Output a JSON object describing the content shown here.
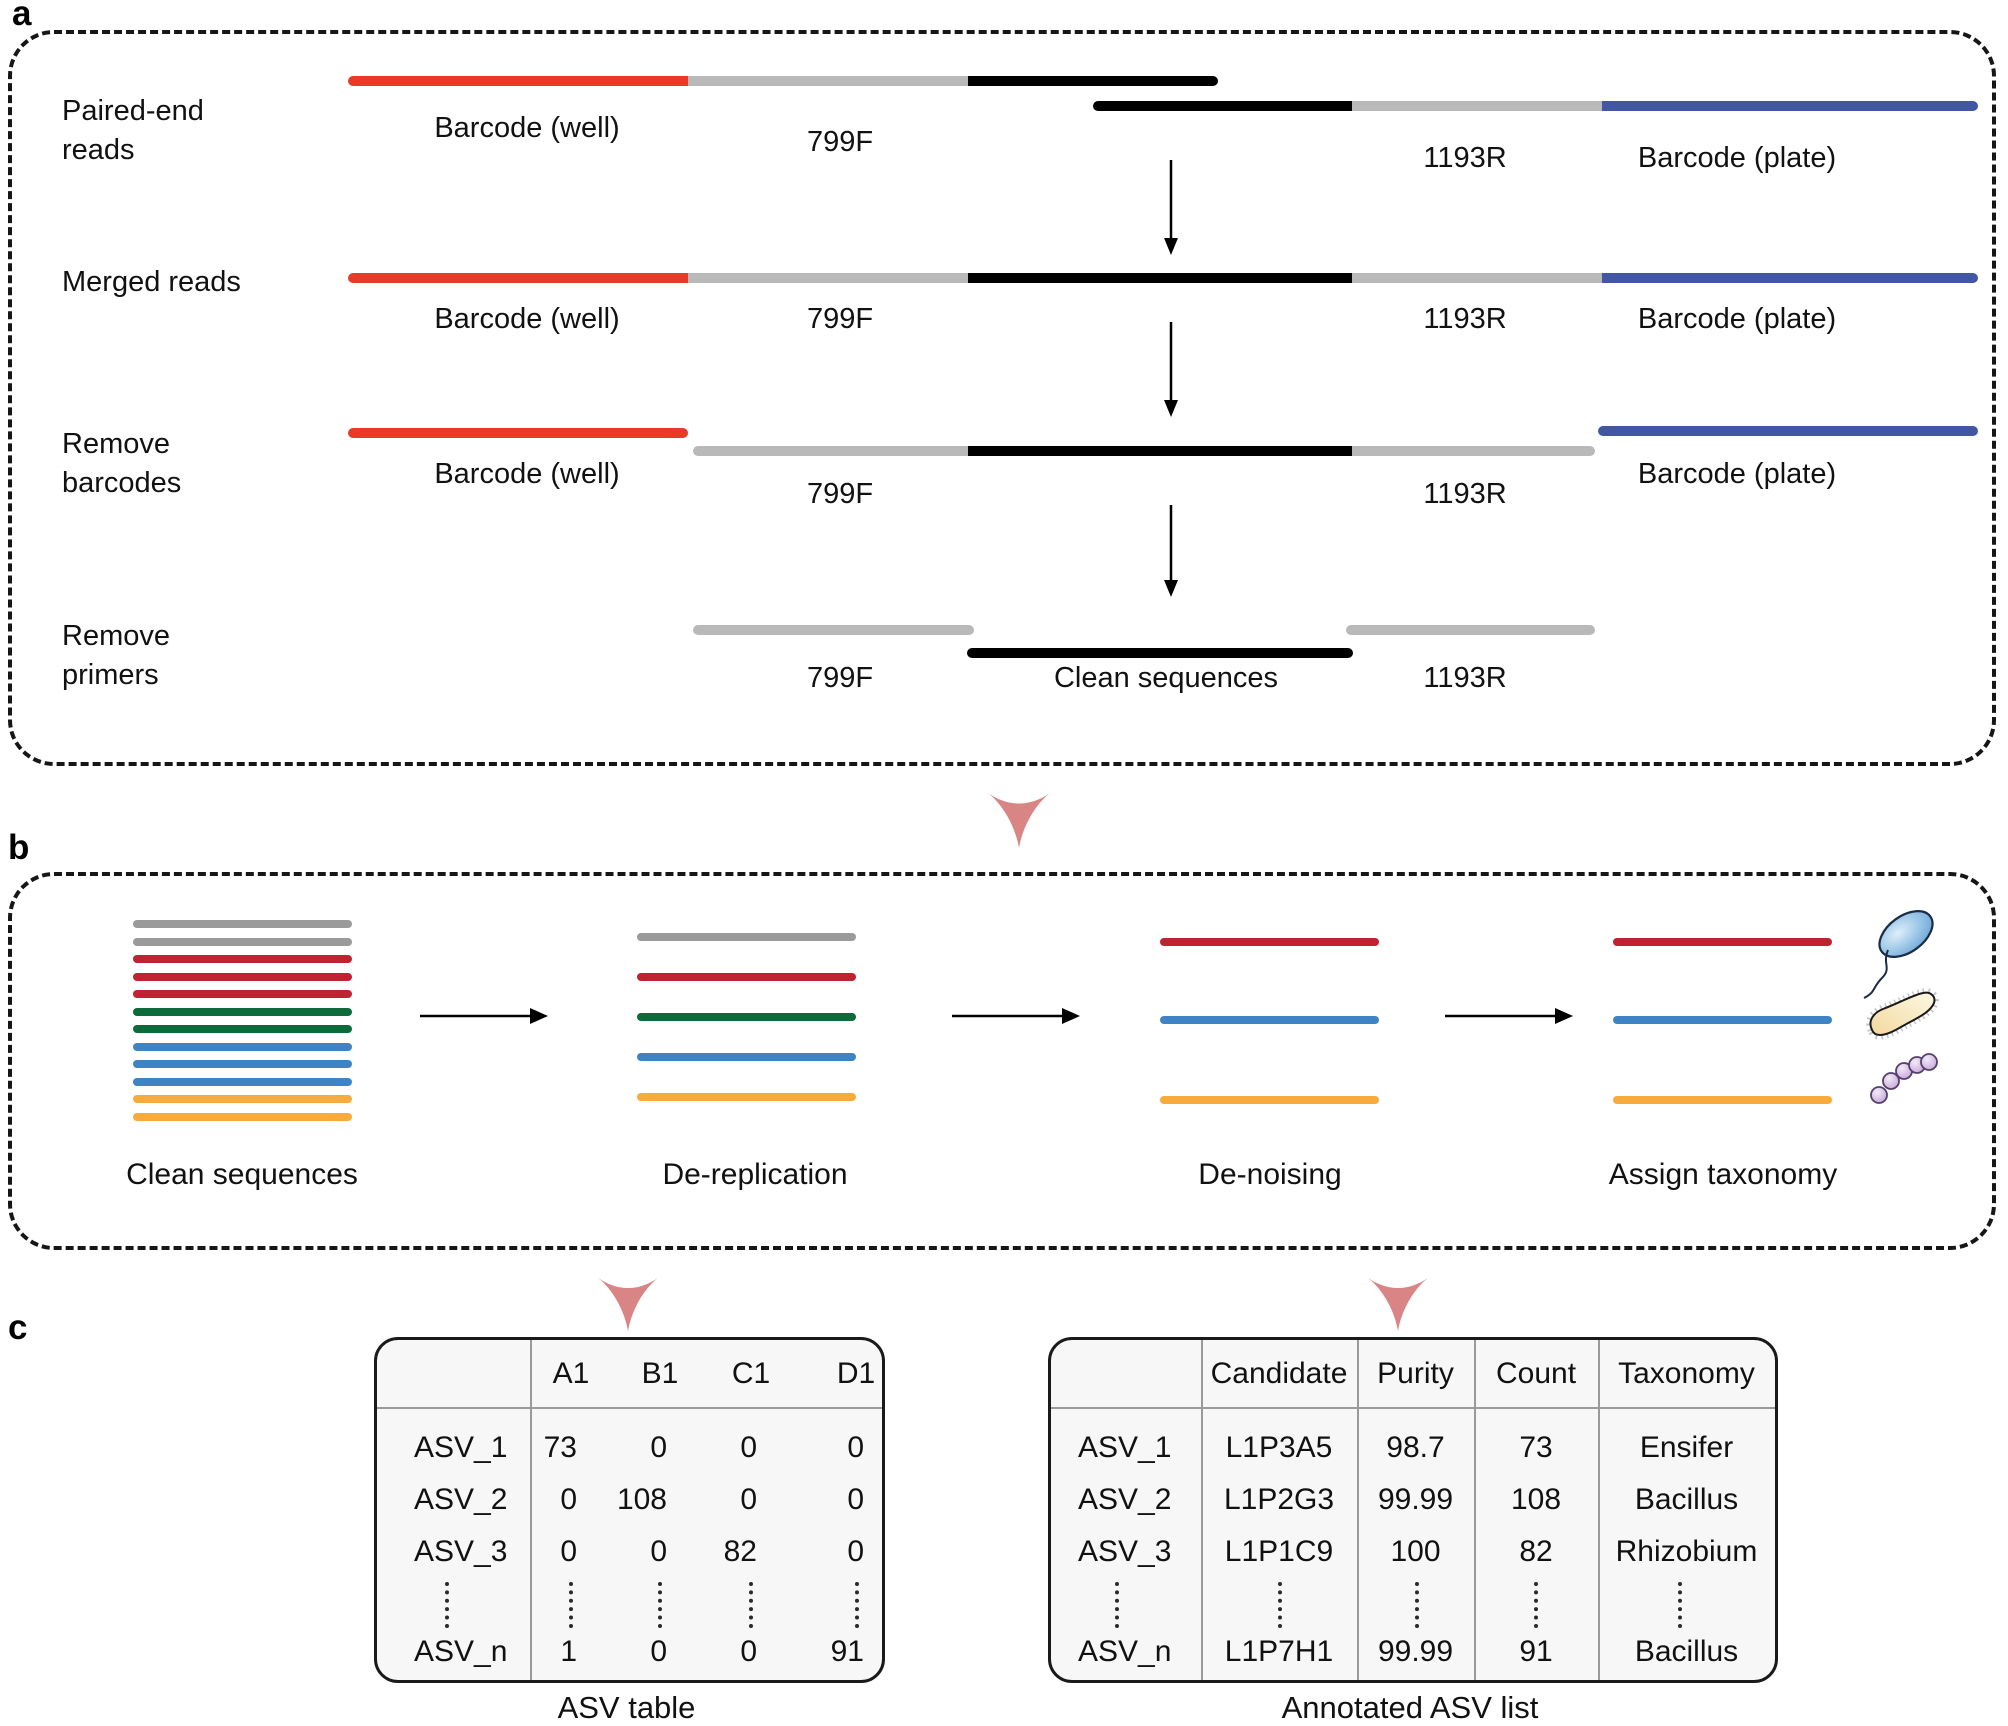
{
  "figure": {
    "panel_a": {
      "letter": "a",
      "row_labels": [
        "Paired-end reads",
        "Merged reads",
        "Remove barcodes",
        "Remove primers"
      ],
      "segment_labels": {
        "barcode_well": "Barcode (well)",
        "forward_primer": "799F",
        "reverse_primer": "1193R",
        "barcode_plate": "Barcode (plate)",
        "clean_sequences": "Clean sequences"
      },
      "segment_colors": {
        "barcode_well": "#e8392b",
        "primer": "#b9b9b9",
        "sequence": "#000000",
        "barcode_plate": "#4157a4"
      }
    },
    "panel_b": {
      "letter": "b",
      "step_labels": [
        "Clean sequences",
        "De-replication",
        "De-noising",
        "Assign taxonomy"
      ],
      "line_colors": {
        "gray": "#9a9a9a",
        "red": "#bf2331",
        "green": "#0c6b3b",
        "blue": "#3e84c5",
        "yellow": "#f8ab3d"
      },
      "stacks": [
        [
          "gray",
          "gray",
          "red",
          "red",
          "red",
          "green",
          "green",
          "blue",
          "blue",
          "blue",
          "yellow",
          "yellow"
        ],
        [
          "gray",
          "red",
          "green",
          "blue",
          "yellow"
        ],
        [
          "red",
          "blue",
          "yellow"
        ],
        [
          "red",
          "blue",
          "yellow"
        ]
      ],
      "icons": [
        "flagellated-bacterium",
        "rod-shaped-bacterium",
        "cocci-chain"
      ]
    },
    "panel_c": {
      "letter": "c",
      "asv_table": {
        "caption": "ASV table",
        "column_headers": [
          "A1",
          "B1",
          "C1",
          "D1"
        ],
        "rows": [
          {
            "id": "ASV_1",
            "values": [
              "73",
              "0",
              "0",
              "0"
            ]
          },
          {
            "id": "ASV_2",
            "values": [
              "0",
              "108",
              "0",
              "0"
            ]
          },
          {
            "id": "ASV_3",
            "values": [
              "0",
              "0",
              "82",
              "0"
            ]
          },
          {
            "id": "ASV_n",
            "values": [
              "1",
              "0",
              "0",
              "91"
            ]
          }
        ]
      },
      "annotated_table": {
        "caption": "Annotated ASV list",
        "column_headers": [
          "Candidate",
          "Purity",
          "Count",
          "Taxonomy"
        ],
        "rows": [
          {
            "id": "ASV_1",
            "values": [
              "L1P3A5",
              "98.7",
              "73",
              "Ensifer"
            ]
          },
          {
            "id": "ASV_2",
            "values": [
              "L1P2G3",
              "99.99",
              "108",
              "Bacillus"
            ]
          },
          {
            "id": "ASV_3",
            "values": [
              "L1P1C9",
              "100",
              "82",
              "Rhizobium"
            ]
          },
          {
            "id": "ASV_n",
            "values": [
              "L1P7H1",
              "99.99",
              "91",
              "Bacillus"
            ]
          }
        ]
      }
    },
    "accent": {
      "pink_arrow": "#d98585"
    }
  }
}
